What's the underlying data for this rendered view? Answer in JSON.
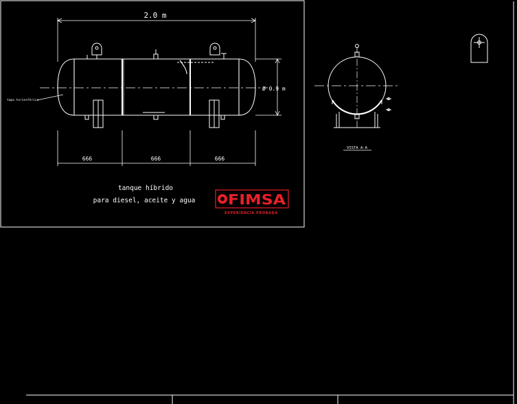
{
  "drawing": {
    "overall_length": "2.0 m",
    "diameter": "Ø 0.9 m",
    "segments": [
      "666",
      "666",
      "666"
    ],
    "side_label": "tapa toriesférica",
    "section_label": "VISTA A-A",
    "title_line1": "tanque híbrido",
    "title_line2": "para diesel, aceite y agua"
  },
  "logo": {
    "name": "FIMSA",
    "tagline": "EXPERIENCIA PROBADA",
    "color": "#e8202a"
  },
  "colors": {
    "background": "#000000",
    "lines": "#ffffff"
  }
}
